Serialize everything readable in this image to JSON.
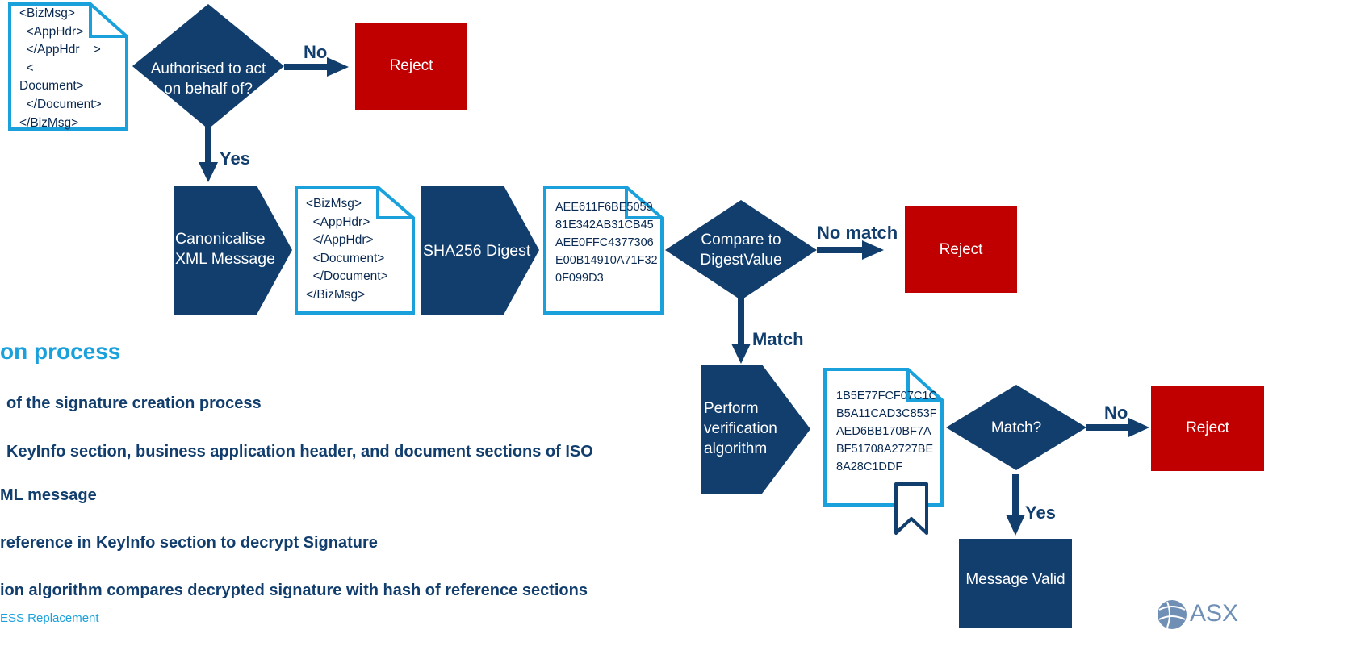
{
  "source_xml_lines": [
    "<BizMsg>",
    "  <AppHdr>",
    "  </AppHdr    >",
    "  <",
    "Document>",
    "  </Document>",
    "</BizMsg>"
  ],
  "decision_authorised": "Authorised to act on behalf of?",
  "no_label_top": "No",
  "reject_labels": [
    "Reject",
    "Reject",
    "Reject"
  ],
  "yes_label_top": "Yes",
  "canonicalise_label": "Canonicalise XML Message",
  "canonical_xml_lines": [
    "<BizMsg>",
    "  <AppHdr>",
    "  </AppHdr>",
    "  <Document>",
    "  </Document>",
    "</BizMsg>"
  ],
  "sha_label": "SHA256 Digest",
  "digest_text": "AEE611F6BE505981E342AB31CB45AEE0FFC4377306E00B14910A71F320F099D3",
  "decision_compare": "Compare to DigestValue",
  "no_match_label": "No match",
  "match_label": "Match",
  "perform_label": "Perform verification algorithm",
  "signature_text": "1B5E77FCF07C1CB5A11CAD3C853FAED6BB170BF7ABF51708A2727BE8A28C1DDF",
  "decision_match": "Match?",
  "no_label_bottom": "No",
  "yes_label_bottom": "Yes",
  "message_valid": "Message Valid",
  "section_title": "on process",
  "bullets": [
    "of the signature creation process",
    "KeyInfo section, business application header, and document sections of ISO",
    "ML message",
    "reference in KeyInfo section to decrypt Signature",
    "ion algorithm compares decrypted signature with hash of reference sections"
  ],
  "footer_text": "ESS Replacement",
  "logo_text": "ASX",
  "colors": {
    "navy": "#123e6e",
    "cyan": "#1aa1dc",
    "reject_red": "#c00000",
    "text_dark": "#0a2a52"
  }
}
